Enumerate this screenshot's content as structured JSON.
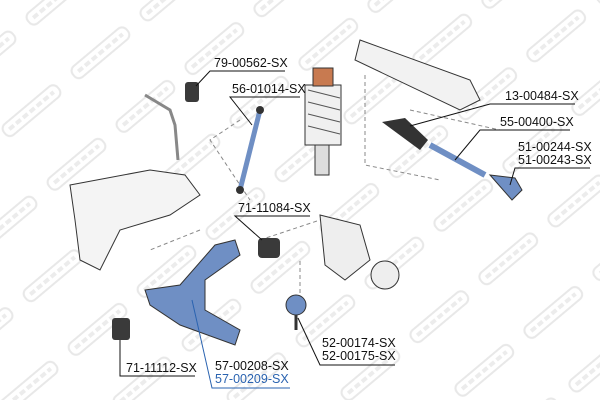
{
  "watermark": "STELLOX",
  "colors": {
    "accent_blue": "#2a63b0",
    "part_blue": "#6f8fc4",
    "leader": "#111111"
  },
  "parts": [
    {
      "id": "stabilizer-bush",
      "label": "79-00562-SX"
    },
    {
      "id": "stabilizer-link",
      "label": "56-01014-SX"
    },
    {
      "id": "steering-boot",
      "label": "13-00484-SX"
    },
    {
      "id": "tie-rod",
      "label": "55-00400-SX"
    },
    {
      "id": "tie-rod-end",
      "labels": [
        "51-00244-SX",
        "51-00243-SX"
      ]
    },
    {
      "id": "arm-bush-rear",
      "label": "71-11084-SX"
    },
    {
      "id": "arm-bush-front",
      "label": "71-11112-SX"
    },
    {
      "id": "control-arm",
      "labels": [
        "57-00208-SX",
        "57-00209-SX"
      ]
    },
    {
      "id": "ball-joint",
      "labels": [
        "52-00174-SX",
        "52-00175-SX"
      ]
    }
  ]
}
